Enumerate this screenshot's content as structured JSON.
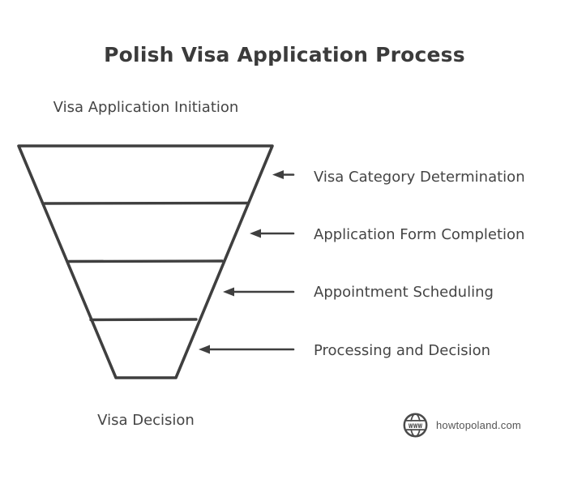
{
  "title": "Polish Visa Application Process",
  "funnel": {
    "entry_label": "Visa Application Initiation",
    "exit_label": "Visa Decision",
    "stages": [
      {
        "label": "Visa Category Determination"
      },
      {
        "label": "Application Form Completion"
      },
      {
        "label": "Appointment Scheduling"
      },
      {
        "label": "Processing and Decision"
      }
    ]
  },
  "branding": {
    "site": "howtopoland.com",
    "logo_icon": "globe-www-icon",
    "logo_text": "www"
  },
  "colors": {
    "ink": "#3f3f3f",
    "label_text": "#454545",
    "branding_text": "#555555",
    "background": "#ffffff"
  }
}
